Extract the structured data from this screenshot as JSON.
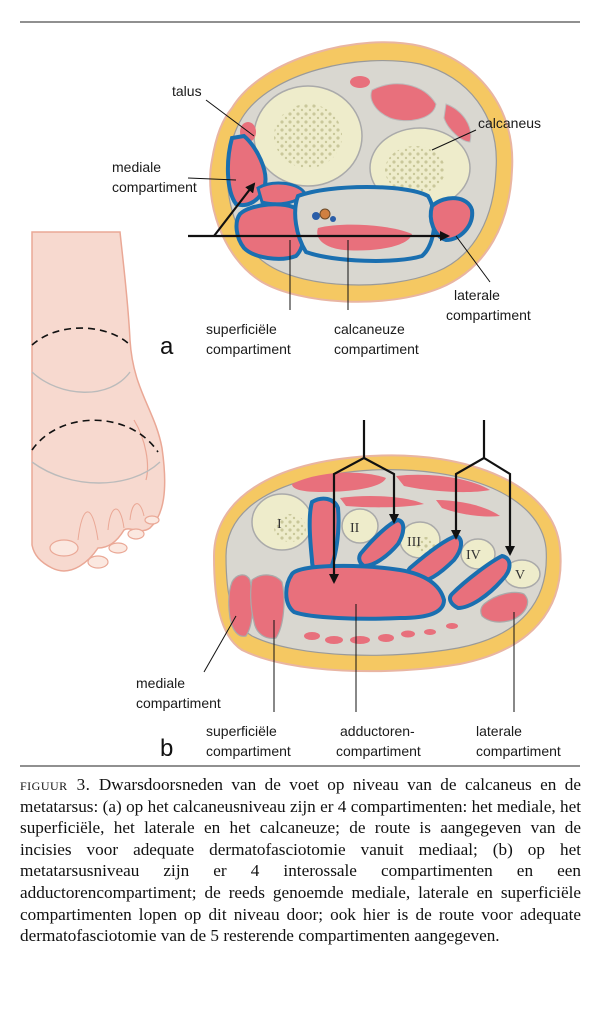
{
  "panel_a": {
    "letter": "a",
    "labels": {
      "talus": "talus",
      "calcaneus": "calcaneus",
      "mediale_l1": "mediale",
      "mediale_l2": "compartiment",
      "laterale_l1": "laterale",
      "laterale_l2": "compartiment",
      "superficiele_l1": "superficiële",
      "superficiele_l2": "compartiment",
      "calcaneuze_l1": "calcaneuze",
      "calcaneuze_l2": "compartiment"
    }
  },
  "panel_b": {
    "letter": "b",
    "metatarsals": [
      "I",
      "II",
      "III",
      "IV",
      "V"
    ],
    "labels": {
      "mediale_l1": "mediale",
      "mediale_l2": "compartiment",
      "superficiele_l1": "superficiële",
      "superficiele_l2": "compartiment",
      "adductoren_l1": "adductoren-",
      "adductoren_l2": "compartiment",
      "laterale_l1": "laterale",
      "laterale_l2": "compartiment"
    }
  },
  "colors": {
    "skin": "#f7d9cf",
    "fat": "#f5c862",
    "bone": "#eeeccb",
    "muscle": "#e8707c",
    "fascia": "#1a6fb0"
  },
  "caption": {
    "fig_label": "figuur 3.",
    "text": " Dwarsdoorsneden van de voet op niveau van de calcaneus en de metatarsus: (a) op het calcaneusniveau zijn er 4 compartimenten: het mediale, het superficiële, het laterale en het calcaneuze; de route is aangegeven van de incisies voor adequate dermatofasciotomie vanuit mediaal; (b) op het metatarsusniveau zijn er 4 interossale compartimenten en een adductorencompartiment; de reeds genoemde mediale, laterale en superficiële compartimenten lopen op dit niveau door; ook hier is de route voor adequate dermatofasciotomie van de 5 resterende compartimenten aangegeven."
  }
}
